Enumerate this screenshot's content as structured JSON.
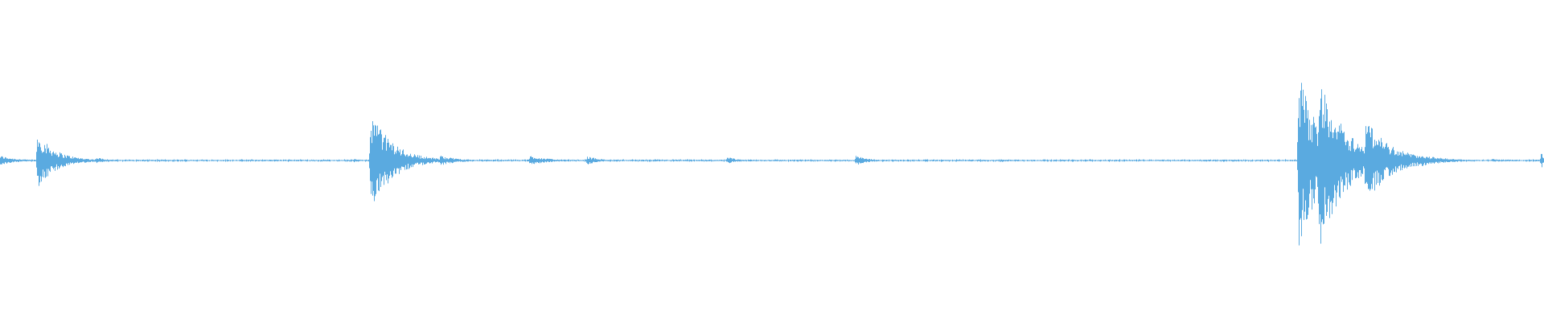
{
  "waveform": {
    "color": "#5aaae0",
    "background": "#ffffff",
    "duration_fraction_markers": [],
    "baseline": 0,
    "noise_floor": 0.012,
    "events": [
      {
        "t": 0.0,
        "amp": 0.045,
        "decay": 0.01
      },
      {
        "t": 0.024,
        "amp": 0.25,
        "decay": 0.012
      },
      {
        "t": 0.062,
        "amp": 0.03,
        "decay": 0.008
      },
      {
        "t": 0.175,
        "amp": 0.01,
        "decay": 0.004
      },
      {
        "t": 0.229,
        "amp": 0.02,
        "decay": 0.004
      },
      {
        "t": 0.24,
        "amp": 0.45,
        "decay": 0.014
      },
      {
        "t": 0.285,
        "amp": 0.045,
        "decay": 0.012
      },
      {
        "t": 0.343,
        "amp": 0.045,
        "decay": 0.012
      },
      {
        "t": 0.38,
        "amp": 0.04,
        "decay": 0.008
      },
      {
        "t": 0.471,
        "amp": 0.035,
        "decay": 0.006
      },
      {
        "t": 0.554,
        "amp": 0.045,
        "decay": 0.008
      },
      {
        "t": 0.648,
        "amp": 0.015,
        "decay": 0.006
      },
      {
        "t": 0.841,
        "amp": 0.8,
        "decay": 0.014
      },
      {
        "t": 0.854,
        "amp": 0.82,
        "decay": 0.016
      },
      {
        "t": 0.884,
        "amp": 0.4,
        "decay": 0.016
      },
      {
        "t": 0.918,
        "amp": 0.06,
        "decay": 0.016
      },
      {
        "t": 0.966,
        "amp": 0.015,
        "decay": 0.008
      },
      {
        "t": 0.998,
        "amp": 0.07,
        "decay": 0.003
      }
    ]
  }
}
